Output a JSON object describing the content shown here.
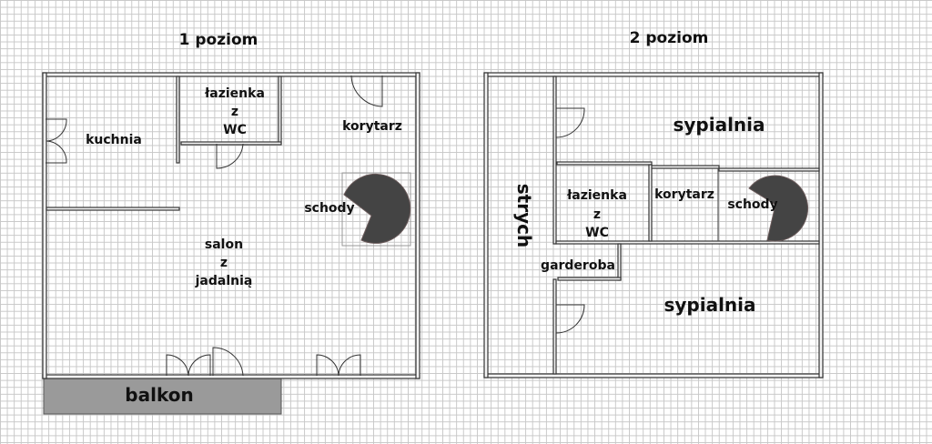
{
  "level1": {
    "title": "1  poziom",
    "rooms": {
      "kitchen": "kuchnia",
      "bathroom": [
        "łazienka",
        "z",
        "WC"
      ],
      "corridor": "korytarz",
      "stairs": "schody",
      "living": [
        "salon",
        "z",
        "jadalnią"
      ],
      "balcony": "balkon"
    }
  },
  "level2": {
    "title": "2 poziom",
    "rooms": {
      "bedroom_top": "sypialnia",
      "attic": "strych",
      "bathroom": [
        "łazienka",
        "z",
        "WC"
      ],
      "corridor": "korytarz",
      "stairs": "schody",
      "wardrobe": "garderoba",
      "bedroom_bottom": "sypialnia"
    }
  },
  "colors": {
    "wall": "#333333",
    "stairs": "#444444",
    "balcony": "#9a9a9a"
  }
}
